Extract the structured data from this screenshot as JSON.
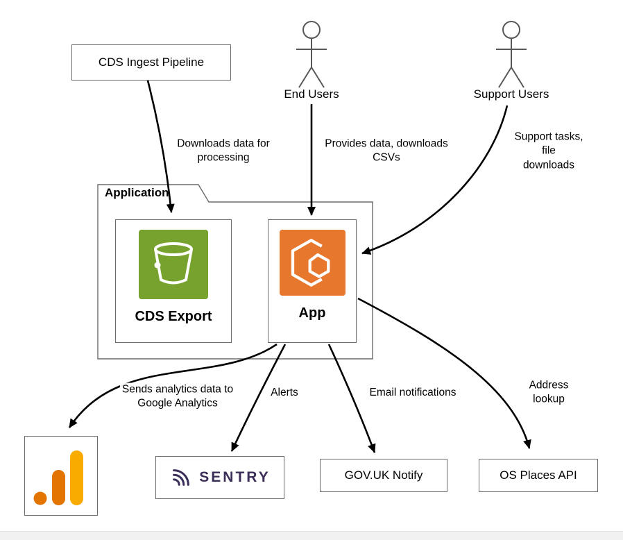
{
  "diagram": {
    "nodes": {
      "cds_ingest_pipeline": {
        "label": "CDS Ingest Pipeline"
      },
      "end_users": {
        "label": "End Users",
        "icon": "person-actor-icon"
      },
      "support_users": {
        "label": "Support Users",
        "icon": "person-actor-icon"
      },
      "application_group": {
        "label": "Application"
      },
      "cds_export": {
        "label": "CDS Export",
        "icon": "s3-bucket-icon"
      },
      "app": {
        "label": "App",
        "icon": "ecs-container-icon"
      },
      "google_analytics": {
        "icon": "google-analytics-icon"
      },
      "sentry": {
        "label": "SENTRY",
        "icon": "sentry-logo-icon"
      },
      "govuk_notify": {
        "label": "GOV.UK Notify"
      },
      "os_places_api": {
        "label": "OS Places API"
      }
    },
    "edges": {
      "ingest_to_export": {
        "label": "Downloads data for\nprocessing"
      },
      "end_users_to_app": {
        "label": "Provides data, downloads\nCSVs"
      },
      "support_users_to_app": {
        "label": "Support tasks, file\ndownloads"
      },
      "app_to_analytics": {
        "label": "Sends analytics data to\nGoogle Analytics"
      },
      "app_to_sentry": {
        "label": "Alerts"
      },
      "app_to_notify": {
        "label": "Email notifications"
      },
      "app_to_os_places": {
        "label": "Address lookup"
      }
    },
    "colors": {
      "s3_green": "#77A22D",
      "ecs_orange": "#E8772E",
      "ga_orange": "#E37400",
      "ga_amber": "#F9AB00",
      "sentry_purple": "#3B2E58",
      "node_border": "#6B6B6B",
      "edge_black": "#000000"
    }
  }
}
